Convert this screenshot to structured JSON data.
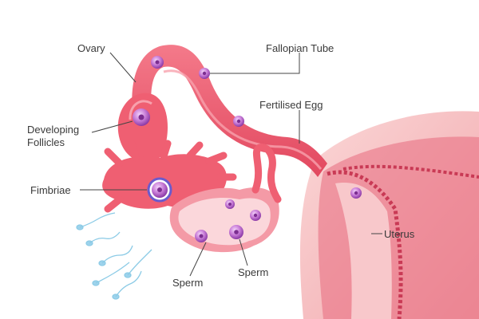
{
  "labels": {
    "ovary": "Ovary",
    "fallopian_tube": "Fallopian Tube",
    "fertilised_egg": "Fertilised Egg",
    "developing_follicles_line1": "Developing",
    "developing_follicles_line2": "Follicles",
    "fimbriae": "Fimbriae",
    "uterus": "Uterus",
    "sperm_left": "Sperm",
    "sperm_right": "Sperm"
  },
  "colors": {
    "tissue": "#ef5f72",
    "tissue_light": "#f7a1ad",
    "tissue_dark": "#c93a55",
    "uterus_wall": "#f4b9bd",
    "egg": "#c77ad6",
    "egg_core": "#7c2e91",
    "sperm": "#9ed3ec",
    "leader_line": "#444444"
  }
}
